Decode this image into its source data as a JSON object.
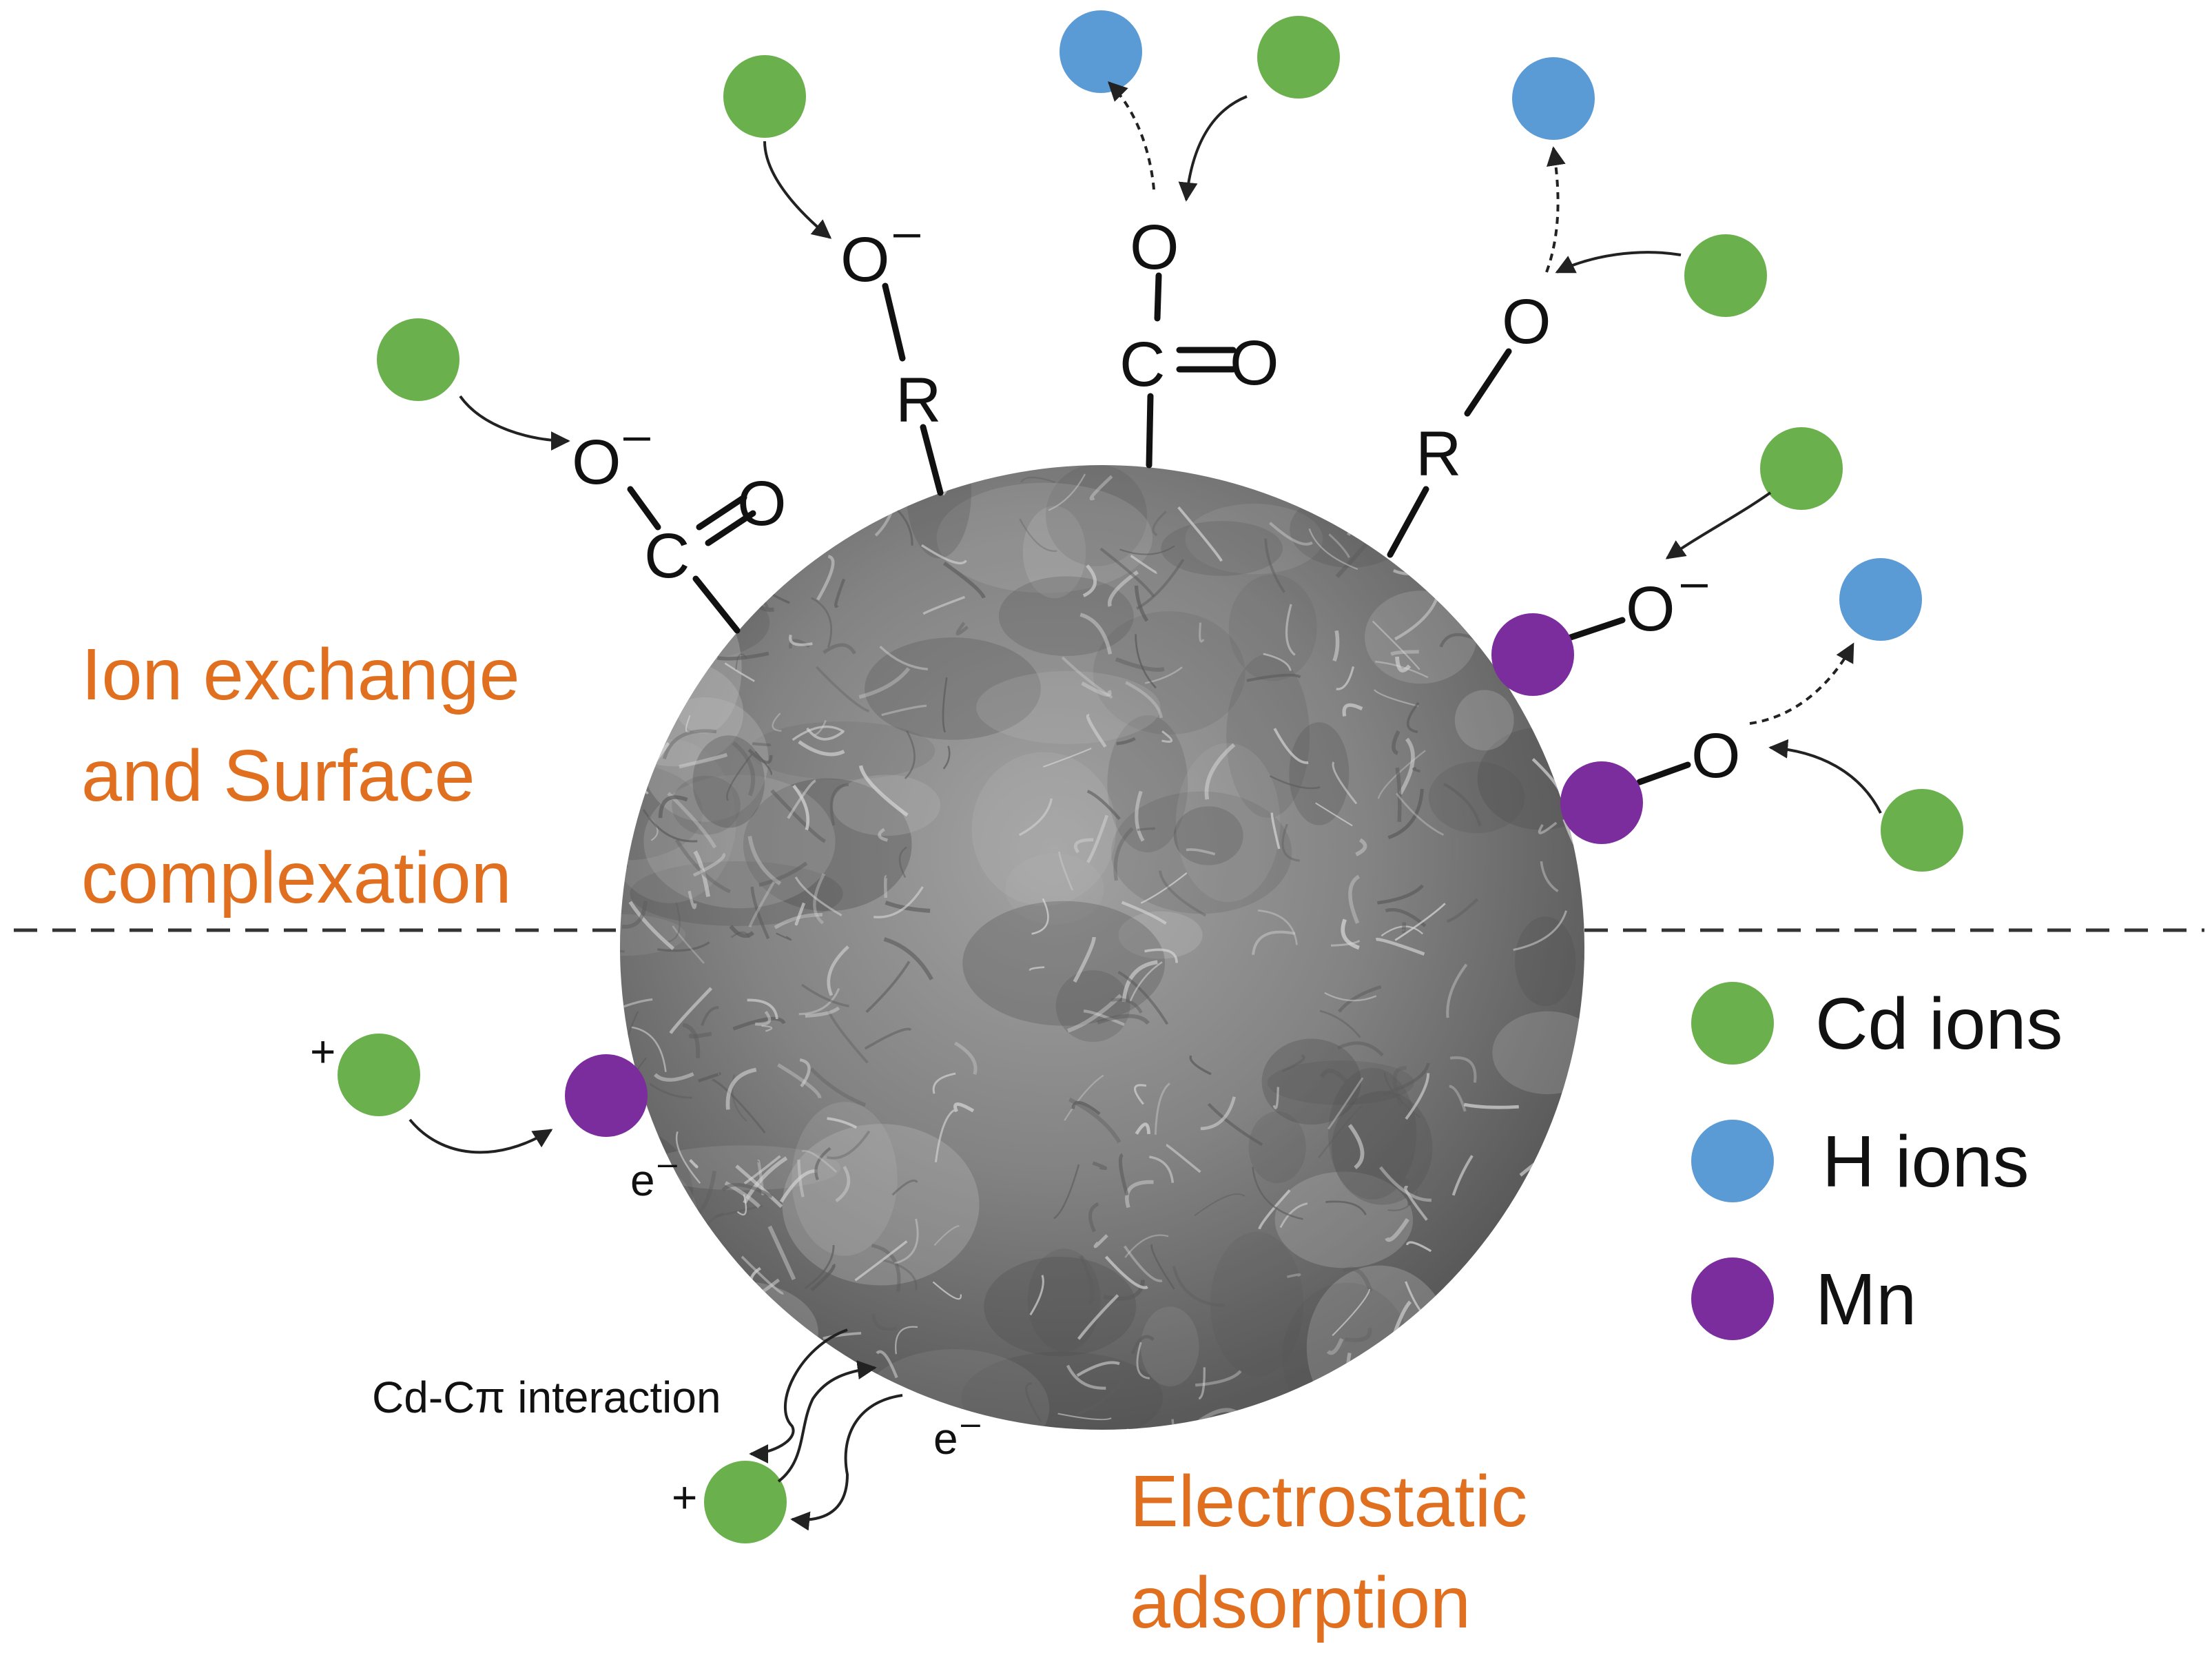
{
  "labels": {
    "region_top": [
      "Ion exchange",
      "and Surface",
      "complexation"
    ],
    "region_bottom": [
      "Electrostatic",
      "adsorption"
    ],
    "interaction": "Cd-Cπ interaction",
    "electron": "e",
    "minus": "–",
    "plus": "+"
  },
  "chem": {
    "O": "O",
    "C": "C",
    "R": "R"
  },
  "legend": [
    {
      "label": "Cd ions",
      "color": "#6ab04c"
    },
    {
      "label": "H ions",
      "color": "#5b9bd5"
    },
    {
      "label": "Mn",
      "color": "#7b2d9e"
    }
  ],
  "colors": {
    "cd": "#6ab04c",
    "h": "#5b9bd5",
    "mn": "#7b2d9e",
    "region_text": "#e07020",
    "particle": "#8a8a8a"
  }
}
